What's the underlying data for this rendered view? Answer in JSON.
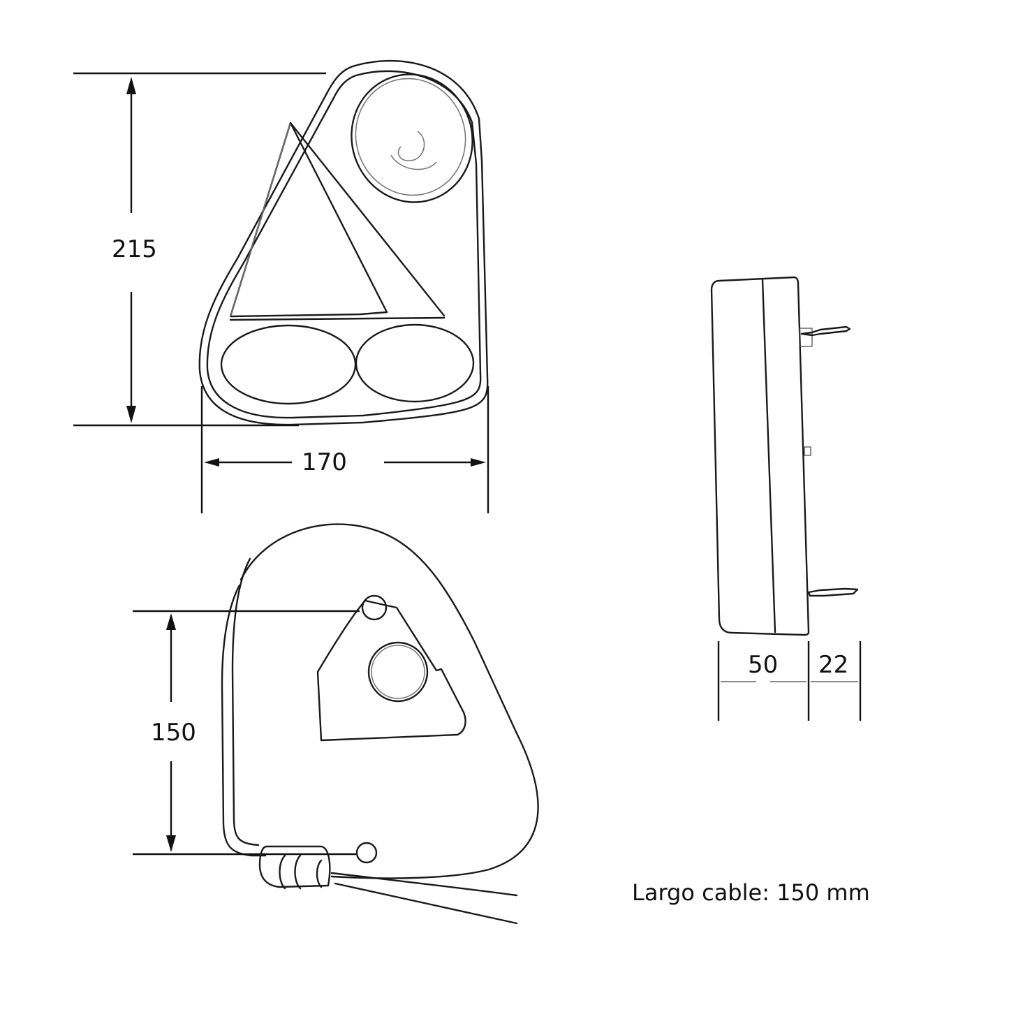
{
  "figure": {
    "title": "Rear trailer lamp – technical dimension drawing",
    "units": "mm",
    "colors": {
      "line": "#1a1a1a",
      "background": "#ffffff"
    }
  },
  "front_view": {
    "height_label": "215",
    "width_label": "170"
  },
  "back_view": {
    "mount_spacing_label": "150"
  },
  "side_view": {
    "depth_label": "50",
    "pin_length_label": "22"
  },
  "caption": {
    "cable_length": "Largo cable: 150 mm"
  }
}
